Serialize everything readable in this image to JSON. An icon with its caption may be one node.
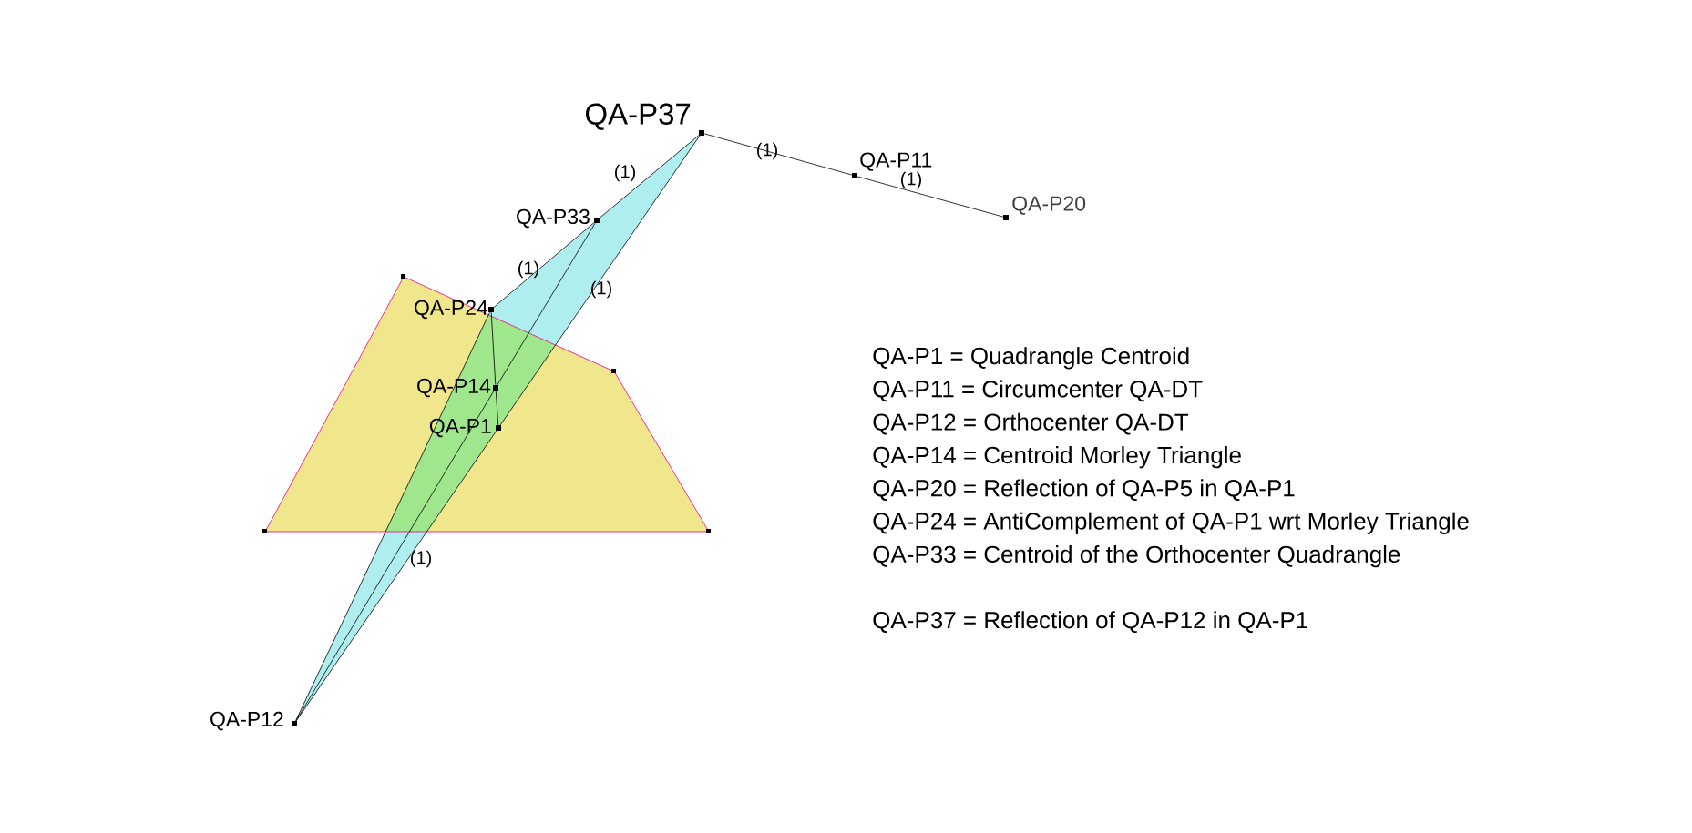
{
  "diagram": {
    "nodes": [
      {
        "text": [
          "QA-P37"
        ]
      },
      {
        "text": [
          "QA-P11"
        ]
      },
      {
        "text": [
          "QA-P20"
        ]
      },
      {
        "text": [
          "QA-P33"
        ]
      },
      {
        "text": [
          "QA-P24"
        ]
      },
      {
        "text": [
          "QA-P14"
        ]
      },
      {
        "text": [
          "QA-P1"
        ]
      },
      {
        "text": [
          "QA-P12"
        ]
      }
    ],
    "edges": [
      {
        "from": 0,
        "to": 1,
        "arrow": "none",
        "label": "(1)"
      },
      {
        "from": 1,
        "to": 2,
        "arrow": "none",
        "label": "(1)"
      },
      {
        "from": 0,
        "to": 3,
        "arrow": "none",
        "label": "(1)"
      },
      {
        "from": 3,
        "to": 4,
        "arrow": "none",
        "label": "(1)"
      },
      {
        "from": 4,
        "to": 5,
        "arrow": "none"
      },
      {
        "from": 5,
        "to": 6,
        "arrow": "none"
      },
      {
        "from": 0,
        "to": 6,
        "arrow": "none",
        "label": "(1)"
      },
      {
        "from": 6,
        "to": 7,
        "arrow": "none",
        "label": "(1)"
      },
      {
        "from": 3,
        "to": 5,
        "arrow": "none"
      },
      {
        "from": 5,
        "to": 7,
        "arrow": "none"
      },
      {
        "from": 4,
        "to": 7,
        "arrow": "none"
      }
    ],
    "labels": [
      "QA-P1 = Quadrangle Centroid",
      "QA-P11 = Circumcenter QA-DT",
      "QA-P12 = Orthocenter QA-DT",
      "QA-P14 = Centroid Morley Triangle",
      "QA-P20 = Reflection of QA-P5 in QA-P1",
      "QA-P24 = AntiComplement of QA-P1 wrt Morley Triangle",
      "QA-P33 = Centroid of the Orthocenter Quadrangle",
      "QA-P37 = Reflection of QA-P12 in QA-P1"
    ]
  }
}
